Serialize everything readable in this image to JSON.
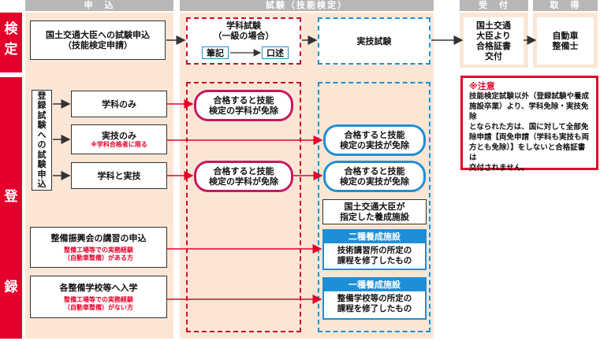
{
  "headers": {
    "apply": "申　込",
    "exam": "試験（技能検定）",
    "issue": "受　付",
    "acquire": "取　得"
  },
  "side": {
    "kentei": [
      "検",
      "定"
    ],
    "toroku": [
      "登",
      "録"
    ]
  },
  "kentei_row": {
    "apply_box": [
      "国土交通大臣への試験申込",
      "（技能検定申請）"
    ],
    "theory_exam": [
      "学科試験",
      "（一級の場合）"
    ],
    "chip_written": "筆記",
    "chip_oral": "口述",
    "practical_exam": "実技試験",
    "issue_box": [
      "国土交通",
      "大臣より",
      "合格証書",
      "交付"
    ],
    "acquire_box": [
      "自動車",
      "整備士"
    ]
  },
  "toroku_row": {
    "vertical_label": [
      "登",
      "録",
      "試",
      "験",
      "へ",
      "の",
      "試",
      "験",
      "申",
      "込"
    ],
    "only_theory": "学科のみ",
    "only_practical": "実技のみ",
    "only_practical_note": "※学科合格者に限る",
    "both": "学科と実技",
    "exempt_theory_1": [
      "合格すると技能",
      "検定の学科が免除"
    ],
    "exempt_practical_1": [
      "合格すると技能",
      "検定の実技が免除"
    ],
    "exempt_theory_2": [
      "合格すると技能",
      "検定の学科が免除"
    ],
    "exempt_practical_2": [
      "合格すると技能",
      "検定の実技が免除"
    ],
    "facility_title": [
      "国土交通大臣が",
      "指定した養成施設"
    ],
    "type2_header": "二種養成施設",
    "type2_body": [
      "技術講習所の所定の",
      "課程を修了したもの"
    ],
    "type1_header": "一種養成施設",
    "type1_body": [
      "整備学校等の所定の",
      "課程を修了したもの"
    ],
    "seibi_apply": "整備振興会の講習の申込",
    "seibi_note": [
      "整備工場等での実務経験",
      "（自動車整備）がある方"
    ],
    "school_apply": "各整備学校等へ入学",
    "school_note": [
      "整備工場等での実務経験",
      "（自動車整備）がない方"
    ]
  },
  "note": {
    "title": "※注意",
    "lines": [
      "技能検定試験以外（登録試験や養成",
      "施設卒業）より、学科免除・実技免除",
      "となられた方は、国に対して全部免",
      "除申請【両免申請（学科も実技も両",
      "方とも免除）】をしないと合格証書は",
      "交付されません。"
    ]
  }
}
